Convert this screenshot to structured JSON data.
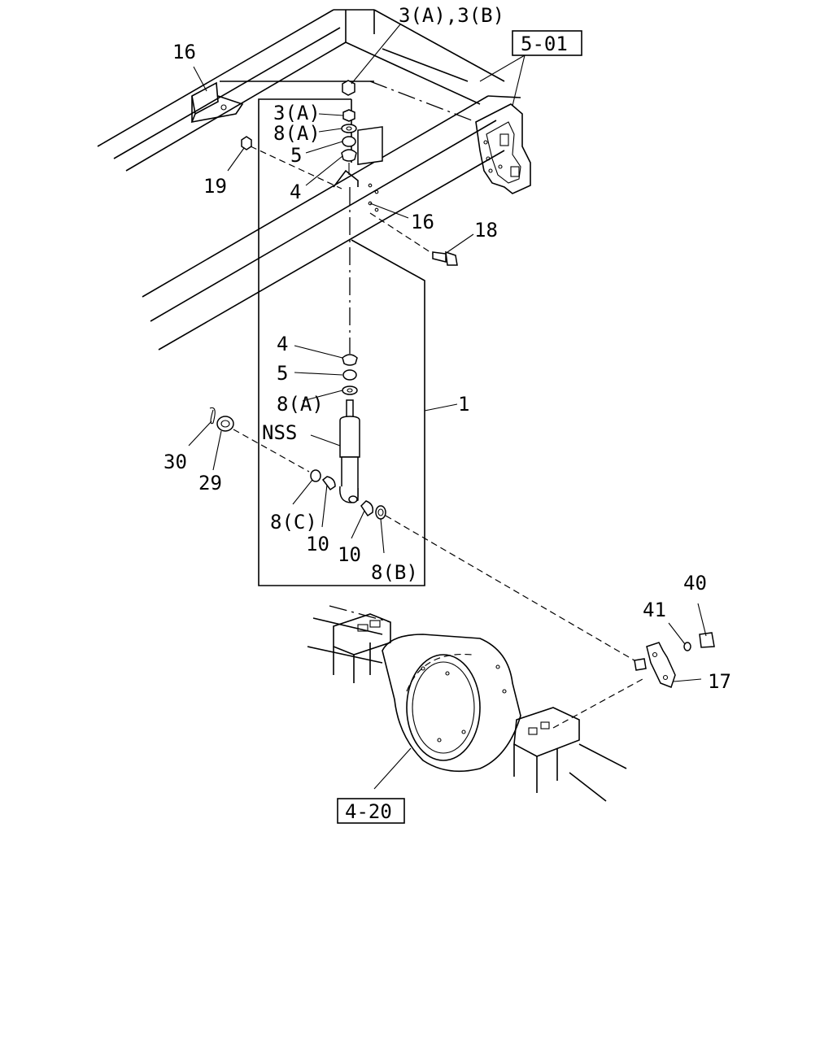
{
  "labels": {
    "l16a": "16",
    "l3ab": "3(A),3(B)",
    "l501": "5-01",
    "l3a": "3(A)",
    "l8a_top": "8(A)",
    "l5_top": "5",
    "l4_top": "4",
    "l19": "19",
    "l16b": "16",
    "l18": "18",
    "l4_low": "4",
    "l5_low": "5",
    "l8a_low": "8(A)",
    "l1": "1",
    "lnss": "NSS",
    "l30": "30",
    "l29": "29",
    "l8c": "8(C)",
    "l10a": "10",
    "l10b": "10",
    "l8b": "8(B)",
    "l40": "40",
    "l41": "41",
    "l17": "17",
    "l420": "4-20"
  }
}
